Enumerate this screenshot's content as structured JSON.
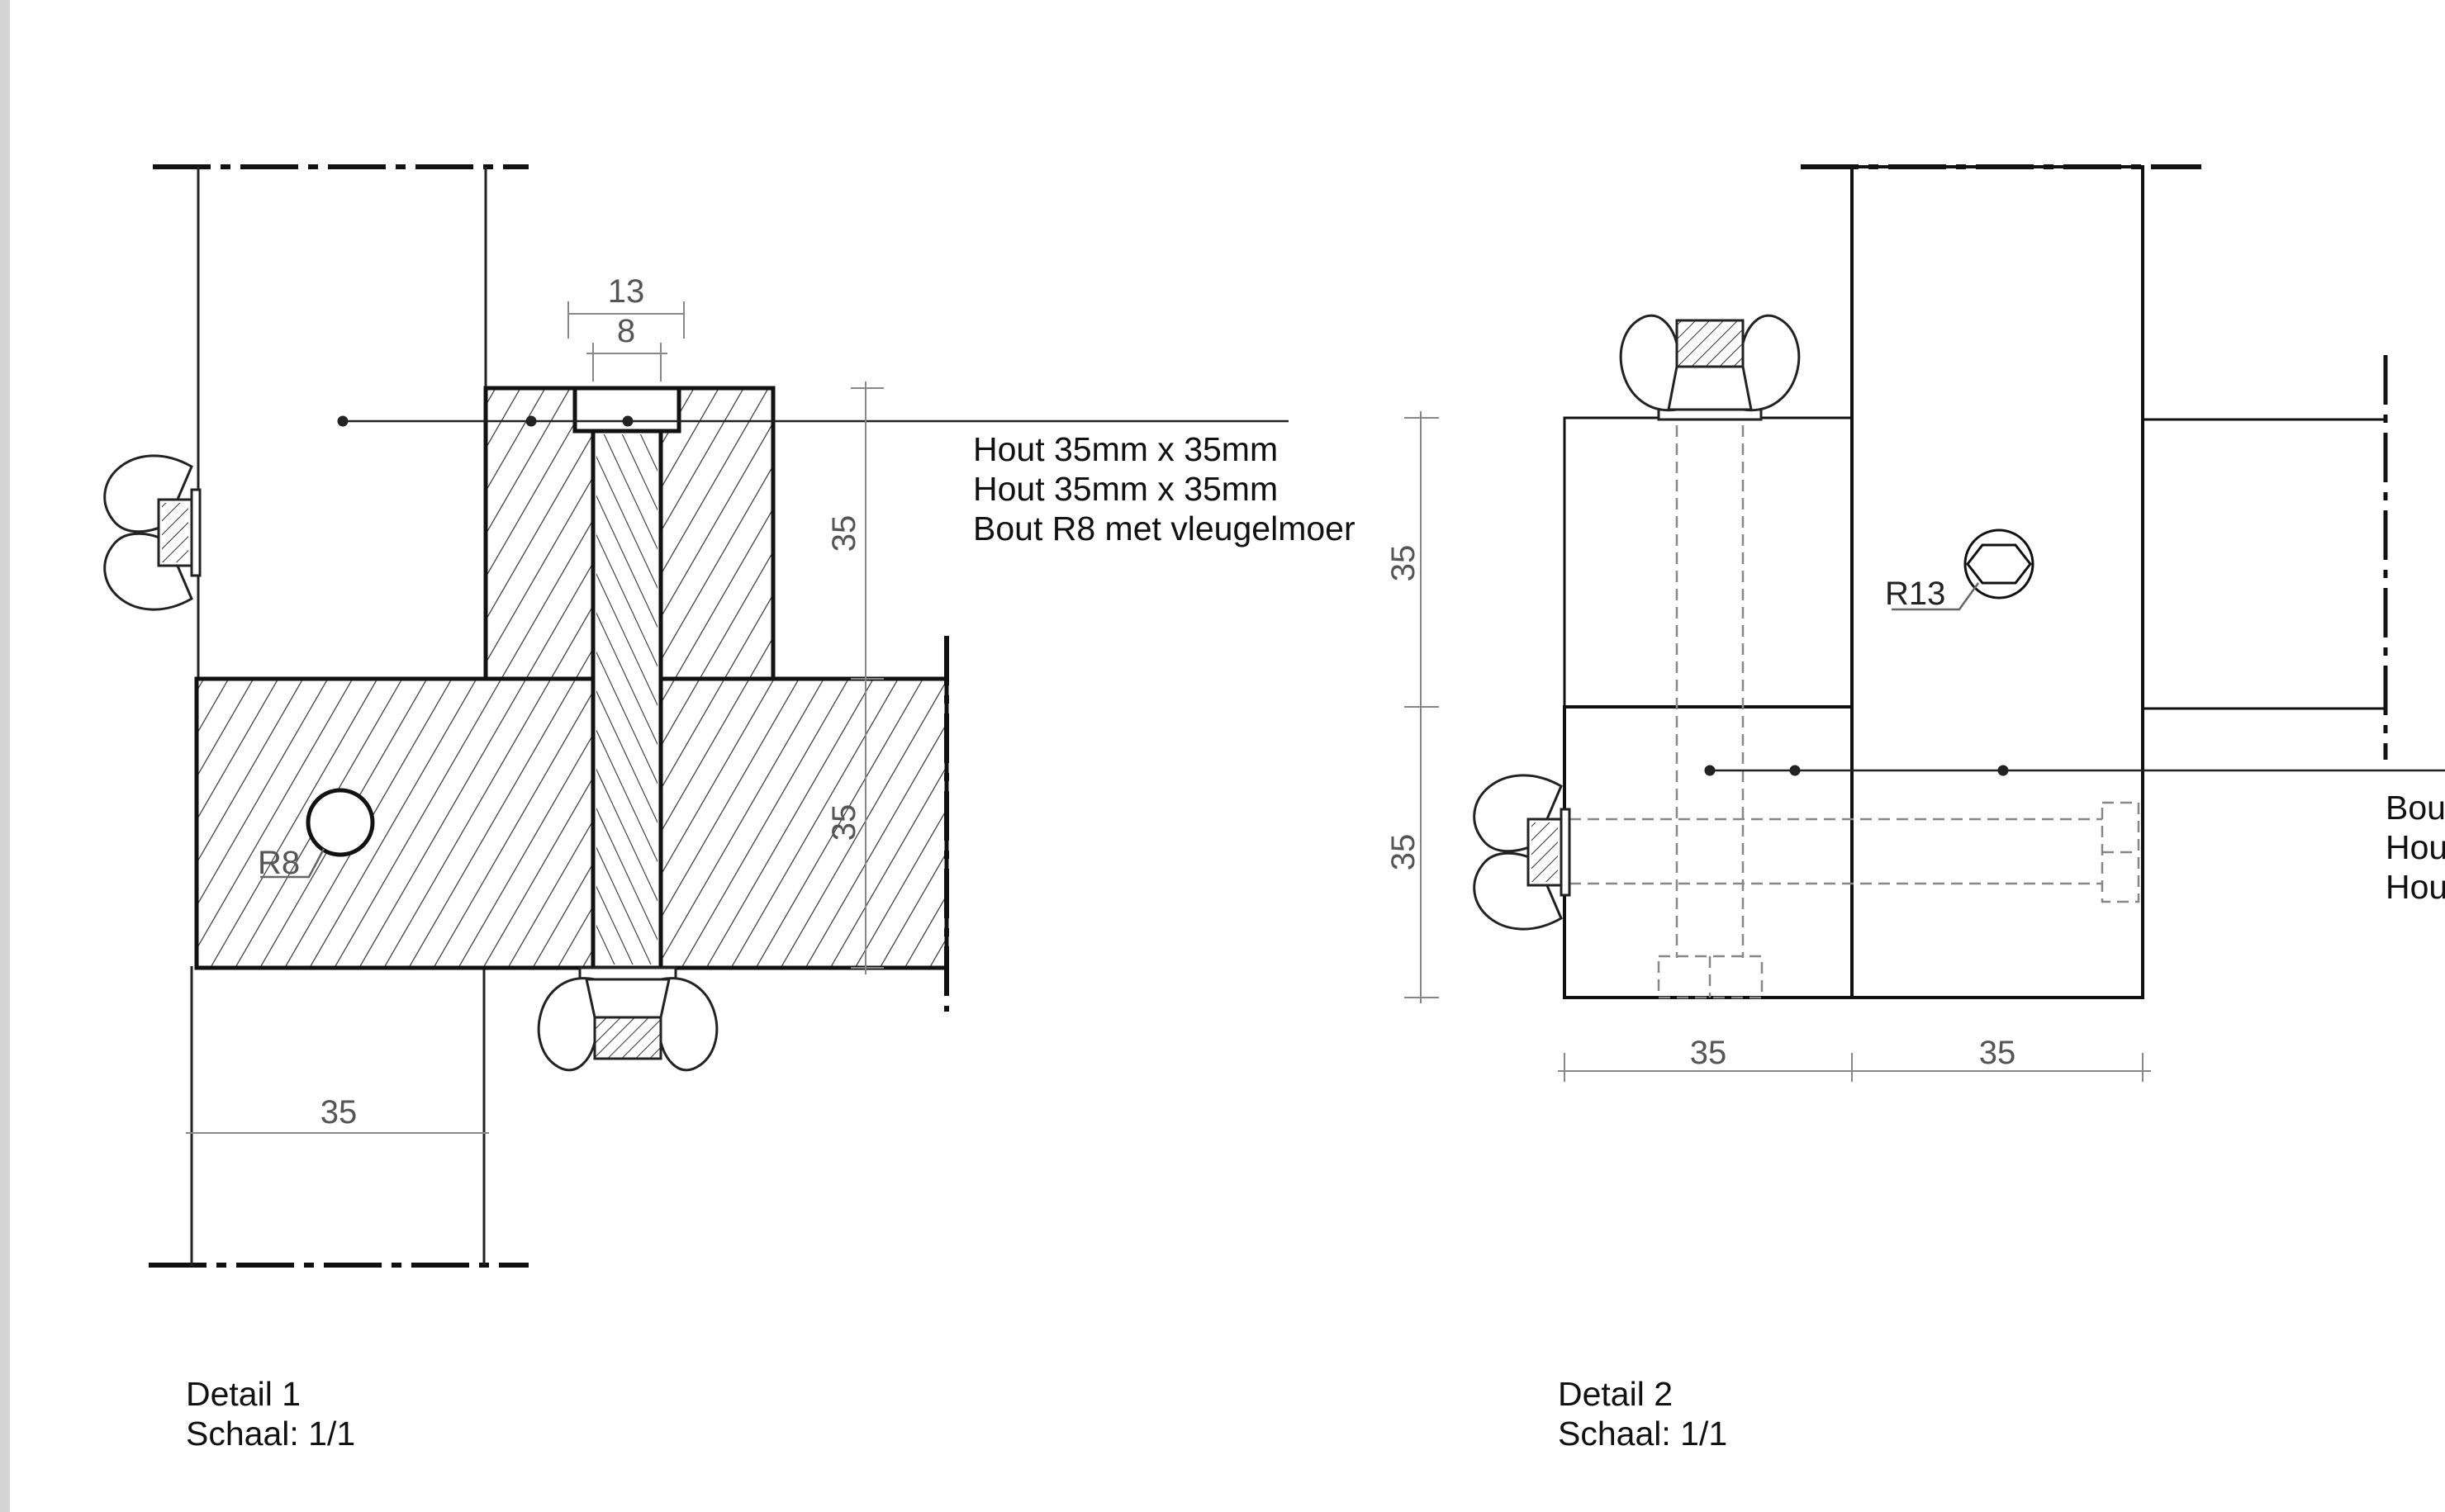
{
  "detail1": {
    "dims": {
      "outer": "13",
      "inner": "8",
      "height_top": "35",
      "height_bottom": "35",
      "width": "35",
      "hole": "R8"
    },
    "labels": [
      "Hout 35mm x 35mm",
      "Hout 35mm x 35mm",
      "Bout R8 met vleugelmoer"
    ],
    "caption": {
      "title": "Detail 1",
      "scale": "Schaal: 1/1"
    }
  },
  "detail2": {
    "dims": {
      "height_top": "35",
      "height_bottom": "35",
      "width_left": "35",
      "width_right": "35",
      "bolt": "R13"
    },
    "labels": [
      "Bou",
      "Hou",
      "Hou"
    ],
    "caption": {
      "title": "Detail 2",
      "scale": "Schaal: 1/1"
    }
  },
  "colors": {
    "line": "#222222",
    "dimension": "#777777",
    "hidden": "#888888",
    "hatch": "#333333",
    "paper": "#ffffff",
    "margin": "#d4d4d4"
  }
}
